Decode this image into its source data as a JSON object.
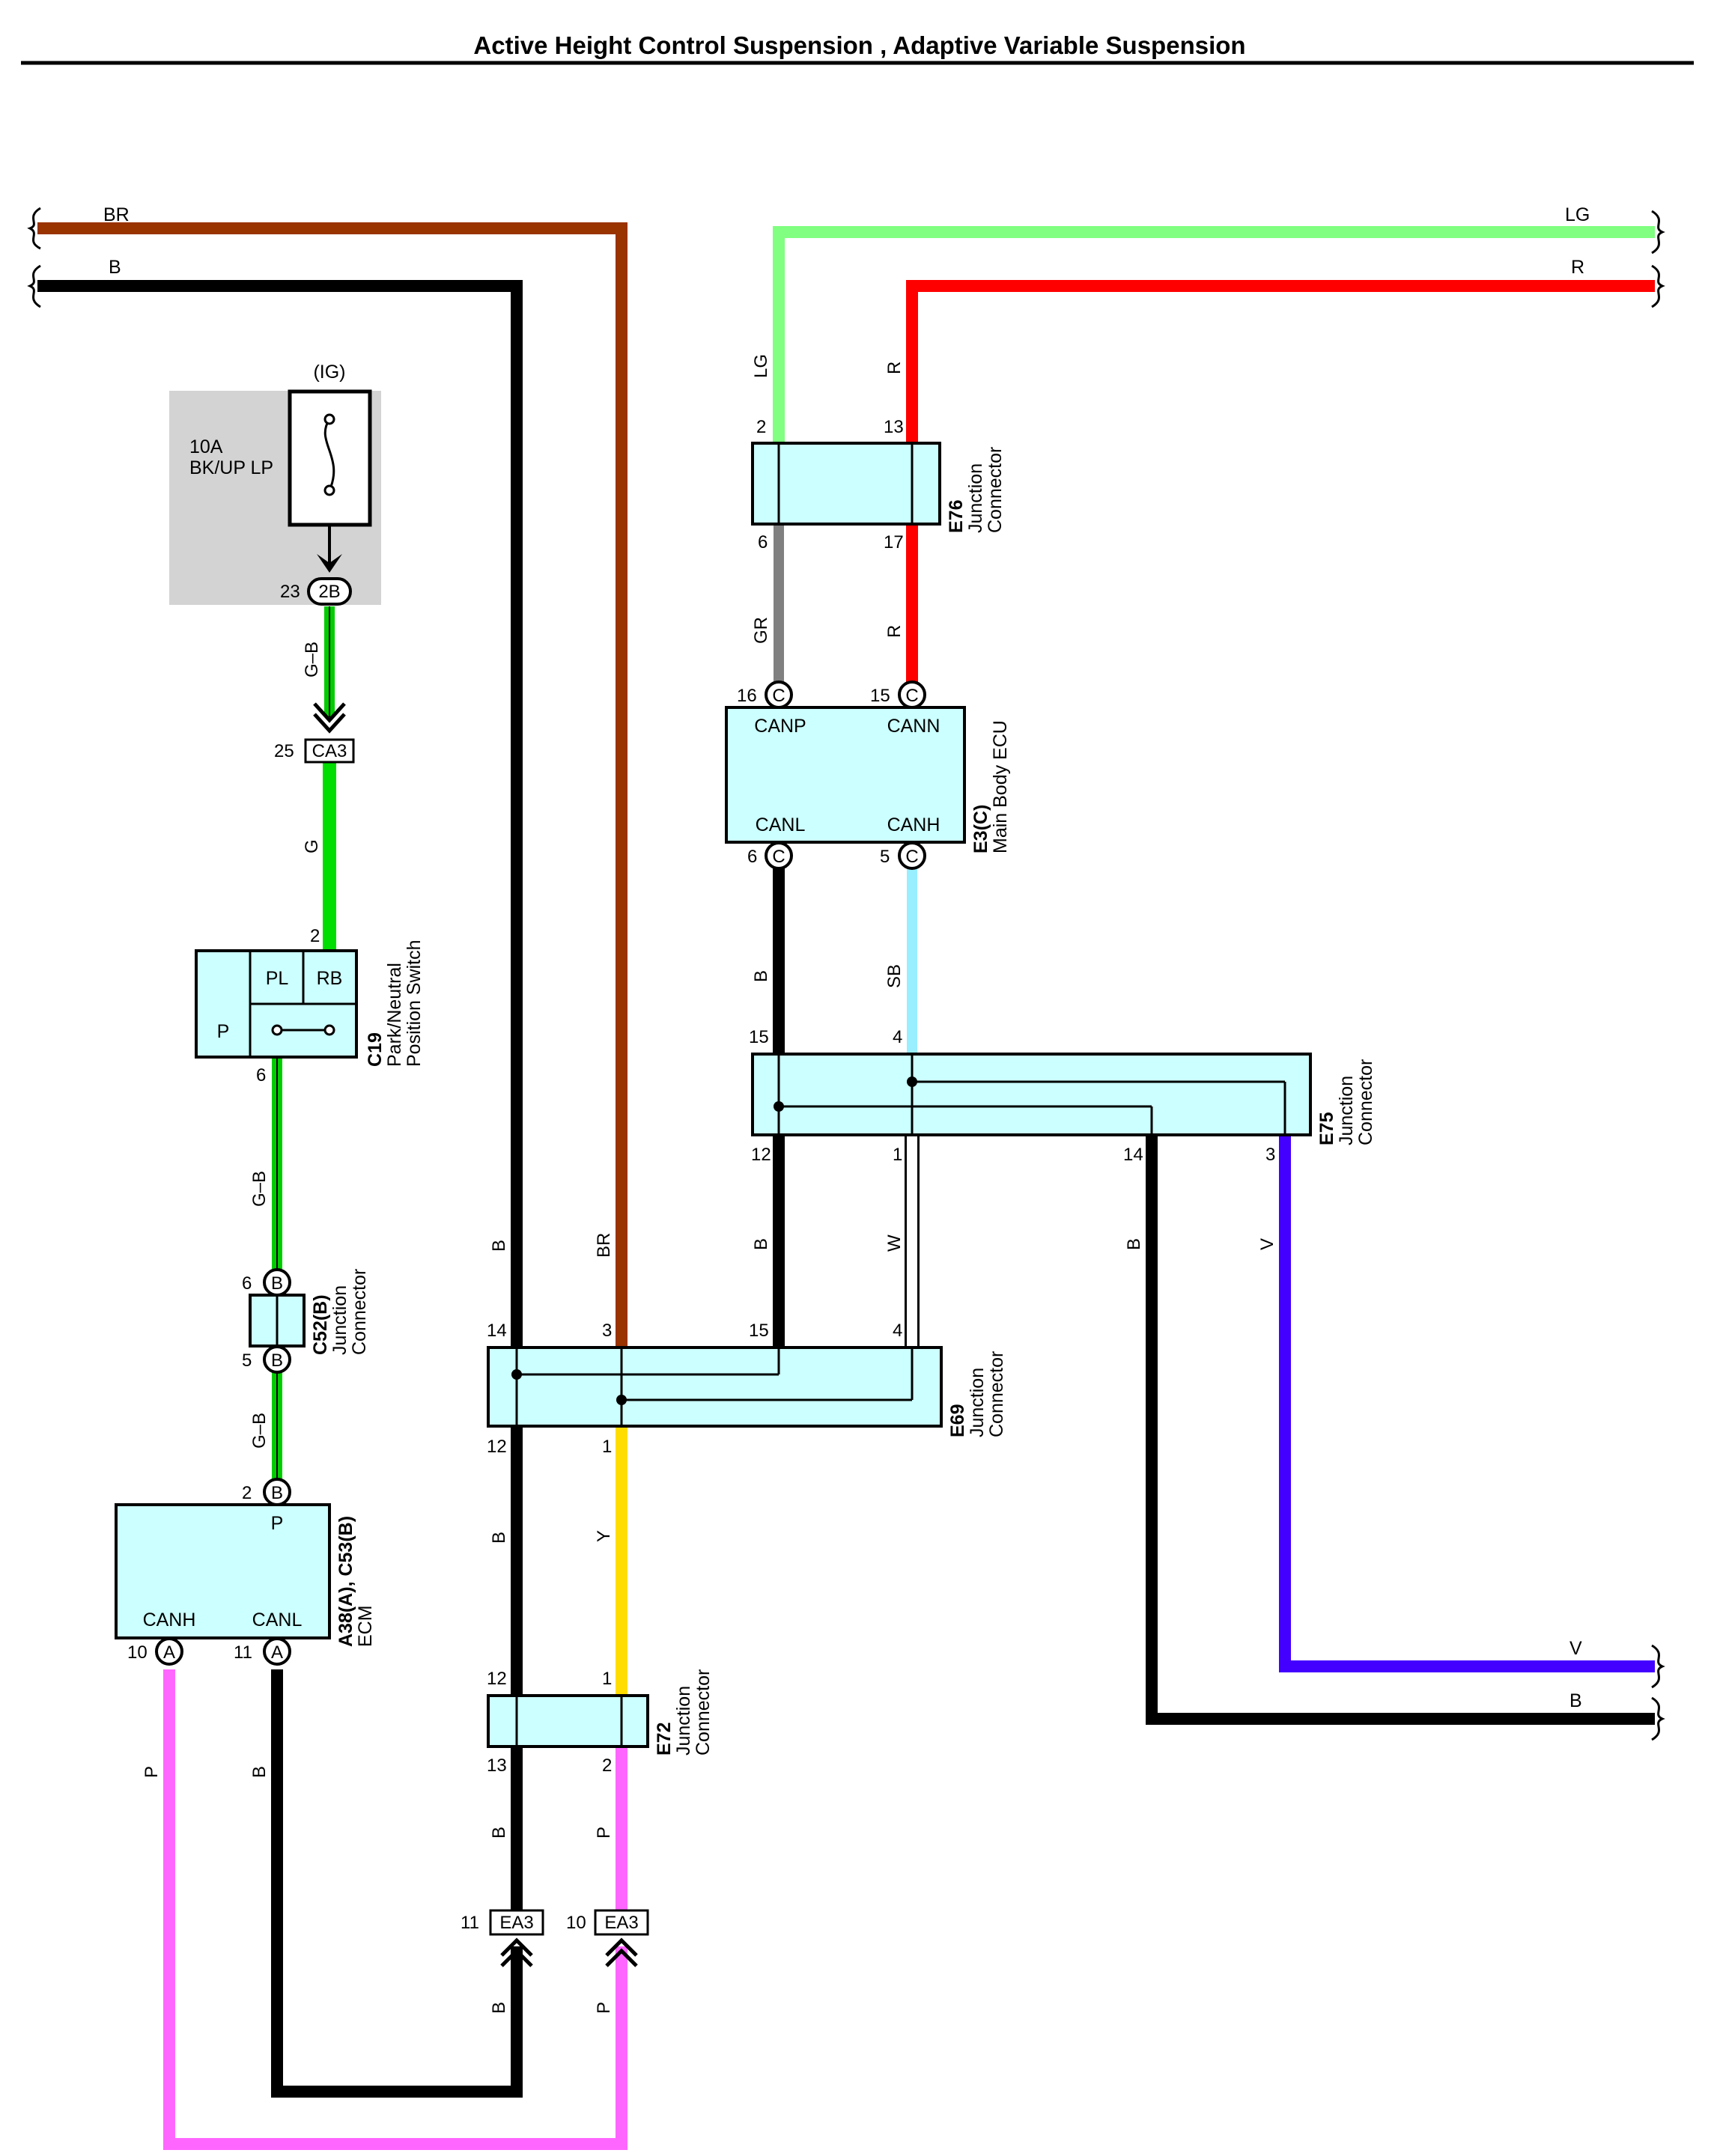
{
  "title": "Active Height Control Suspension , Adaptive Variable Suspension",
  "wire_colors": {
    "BR": "#993300",
    "B": "#000000",
    "LG": "#80ff80",
    "R": "#ff0000",
    "GR": "#808080",
    "G": "#00dd00",
    "G-B": "#00cc00",
    "SB": "#99eeff",
    "W": "#ffffff",
    "Y": "#ffdd00",
    "P": "#ff66ff",
    "V": "#4400ff"
  },
  "labels": {
    "br_top": "BR",
    "b_top": "B",
    "lg_top": "LG",
    "r_top": "R",
    "ig": "(IG)",
    "fuse_amp": "10A",
    "fuse_name": "BK/UP LP",
    "pin_23": "23",
    "conn_2b": "2B",
    "gb_1": "G–B",
    "pin_25": "25",
    "conn_ca3": "CA3",
    "g_1": "G",
    "pin_2_c19": "2",
    "c19_pl": "PL",
    "c19_rb": "RB",
    "c19_p": "P",
    "c19_code": "C19",
    "c19_desc1": "Park/Neutral",
    "c19_desc2": "Position Switch",
    "pin_6_c19": "6",
    "gb_2": "G–B",
    "pin_6_c52": "6",
    "pin_5_c52": "5",
    "ring_b": "B",
    "c52_code": "C52(B)",
    "c52_desc1": "Junction",
    "c52_desc2": "Connector",
    "gb_3": "G–B",
    "pin_2_ecm": "2",
    "ecm_p": "P",
    "ecm_canh": "CANH",
    "ecm_canl": "CANL",
    "ecm_code": "A38(A), C53(B)",
    "ecm_desc": "ECM",
    "pin_10_ecm": "10",
    "pin_11_ecm": "11",
    "ring_a": "A",
    "p_left": "P",
    "b_left": "B",
    "lg_v": "LG",
    "r_v": "R",
    "pin_2_e76": "2",
    "pin_13_e76": "13",
    "pin_6_e76": "6",
    "pin_17_e76": "17",
    "e76_code": "E76",
    "e76_desc1": "Junction",
    "e76_desc2": "Connector",
    "gr_v": "GR",
    "r_v2": "R",
    "pin_16": "16",
    "pin_15_ecu": "15",
    "ring_c": "C",
    "ecu_canp": "CANP",
    "ecu_cann": "CANN",
    "ecu_canl": "CANL",
    "ecu_canh": "CANH",
    "ecu_code": "E3(C)",
    "ecu_desc": "Main Body ECU",
    "pin_6_ecu": "6",
    "pin_5_ecu": "5",
    "b_e75a": "B",
    "sb_v": "SB",
    "pin_15_e75": "15",
    "pin_4_e75": "4",
    "e75_code": "E75",
    "e75_desc1": "Junction",
    "e75_desc2": "Connector",
    "pin_12_e75": "12",
    "pin_1_e75": "1",
    "pin_14_e75": "14",
    "pin_3_e75": "3",
    "b_e75b": "B",
    "w_v": "W",
    "b_e75c": "B",
    "v_v": "V",
    "b_mid": "B",
    "br_mid": "BR",
    "pin_14_e69": "14",
    "pin_3_e69": "3",
    "pin_15_e69": "15",
    "pin_4_e69": "4",
    "e69_code": "E69",
    "e69_desc1": "Junction",
    "e69_desc2": "Connector",
    "pin_12_e69": "12",
    "pin_1_e69": "1",
    "b_e69": "B",
    "y_v": "Y",
    "pin_12_e72": "12",
    "pin_1_e72": "1",
    "e72_code": "E72",
    "e72_desc1": "Junction",
    "e72_desc2": "Connector",
    "pin_13_e72": "13",
    "pin_2_e72": "2",
    "b_e72": "B",
    "p_e72": "P",
    "pin_11_ea3": "11",
    "conn_ea3a": "EA3",
    "pin_10_ea3": "10",
    "conn_ea3b": "EA3",
    "b_bot": "B",
    "p_bot": "P",
    "v_right": "V",
    "b_right": "B"
  }
}
